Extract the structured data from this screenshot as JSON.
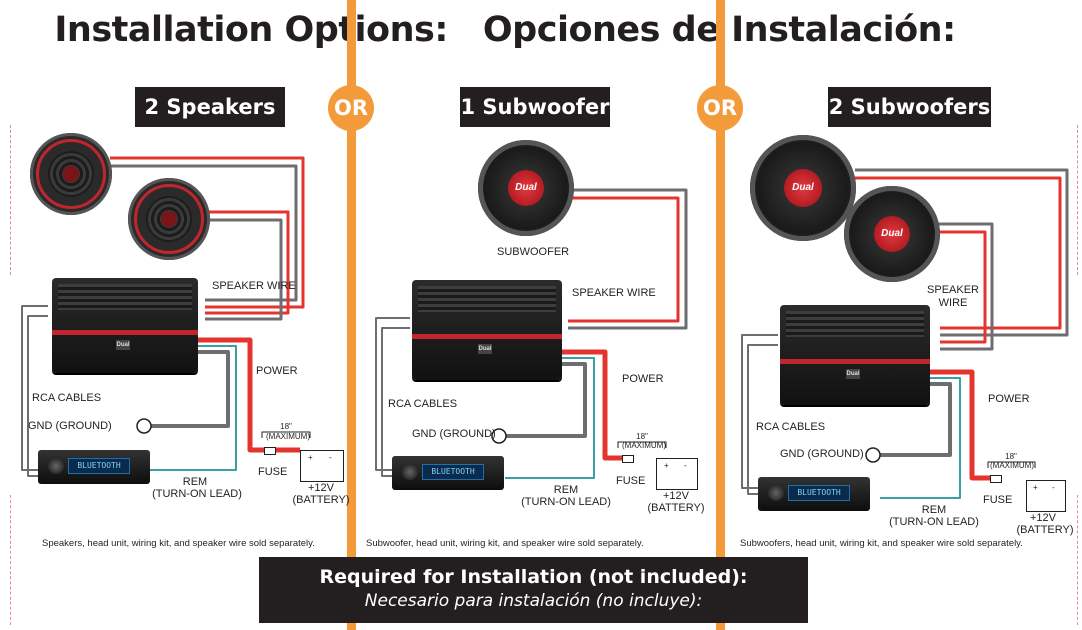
{
  "title": {
    "en": "Installation Options:",
    "es": "Opciones de Instalación:"
  },
  "or_label": "OR",
  "panels": [
    {
      "label": "2 Speakers",
      "speaker_wire": "SPEAKER WIRE",
      "rca": "RCA CABLES",
      "gnd": "GND (GROUND)",
      "power": "POWER",
      "fuse": "FUSE",
      "rem_1": "REM",
      "rem_2": "(TURN-ON LEAD)",
      "max_len": "18\"",
      "max_note": "(MAXIMUM)",
      "batt_v": "+12V",
      "batt_label": "(BATTERY)",
      "note": "Speakers, head unit, wiring kit, and speaker wire sold separately."
    },
    {
      "label": "1 Subwoofer",
      "sub_label": "SUBWOOFER",
      "speaker_wire": "SPEAKER WIRE",
      "rca": "RCA CABLES",
      "gnd": "GND (GROUND)",
      "power": "POWER",
      "fuse": "FUSE",
      "rem_1": "REM",
      "rem_2": "(TURN-ON LEAD)",
      "max_len": "18\"",
      "max_note": "(MAXIMUM)",
      "batt_v": "+12V",
      "batt_label": "(BATTERY)",
      "note": "Subwoofer, head unit, wiring kit, and speaker wire sold separately."
    },
    {
      "label": "2 Subwoofers",
      "speaker_wire_1": "SPEAKER",
      "speaker_wire_2": "WIRE",
      "rca": "RCA CABLES",
      "gnd": "GND (GROUND)",
      "power": "POWER",
      "fuse": "FUSE",
      "rem_1": "REM",
      "rem_2": "(TURN-ON LEAD)",
      "max_len": "18\"",
      "max_note": "(MAXIMUM)",
      "batt_v": "+12V",
      "batt_label": "(BATTERY)",
      "note": "Subwoofers, head unit, wiring kit, and speaker wire sold separately."
    }
  ],
  "brand_logo": "Dual",
  "headunit_display": "BLUETOOTH",
  "battery_terminals": {
    "pos": "+",
    "neg": "-"
  },
  "required": {
    "en": "Required for Installation (not included):",
    "es": "Necesario para instalación (no incluye):"
  },
  "colors": {
    "accent_orange": "#f39a3a",
    "wire_red": "#e3342f",
    "wire_gray": "#6d6e71",
    "wire_teal": "#3a9fa5",
    "label_bg": "#231f20"
  }
}
